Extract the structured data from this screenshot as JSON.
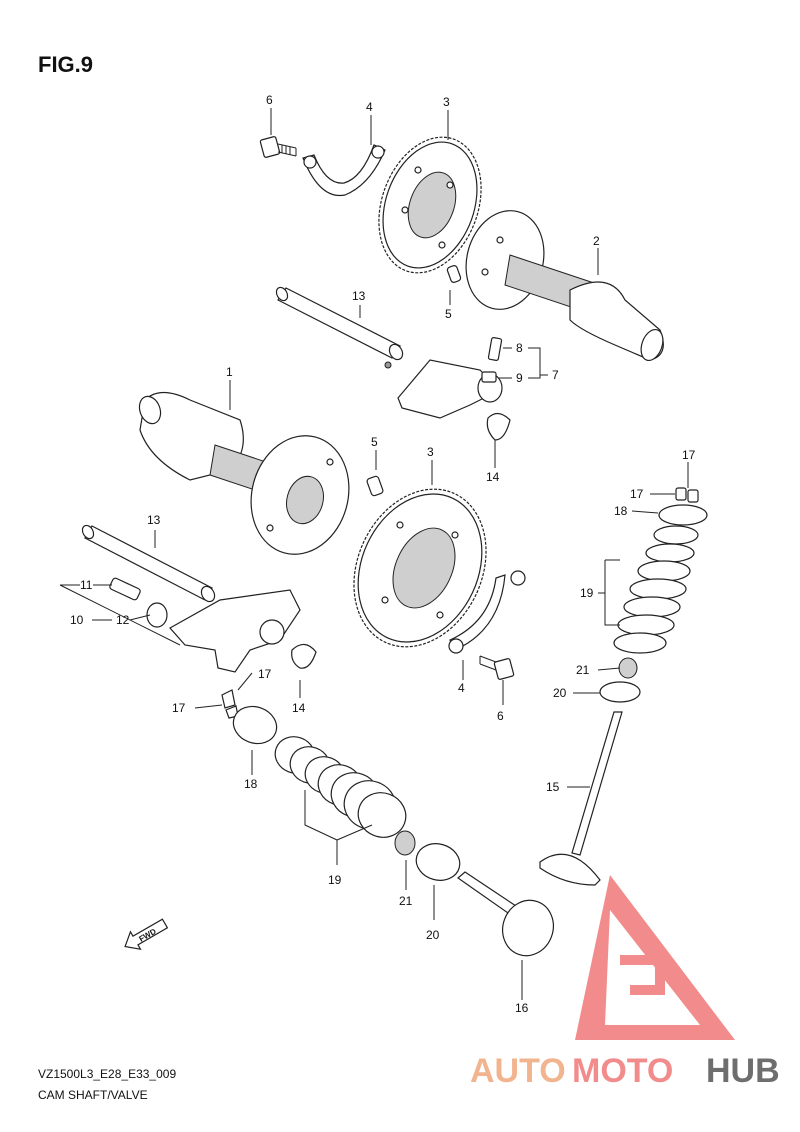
{
  "figure": {
    "title": "FIG.9",
    "model_code": "VZ1500L3_E28_E33_009",
    "caption": "CAM SHAFT/VALVE",
    "fwd_label": "FWD"
  },
  "callouts": {
    "c6a": "6",
    "c4a": "4",
    "c3a": "3",
    "c2": "2",
    "c5a": "5",
    "c13a": "13",
    "c8": "8",
    "c9": "9",
    "c7": "7",
    "c14a": "14",
    "c1": "1",
    "c5b": "5",
    "c3b": "3",
    "c17a": "17",
    "c17b": "17",
    "c18a": "18",
    "c13b": "13",
    "c11": "11",
    "c10": "10",
    "c12": "12",
    "c19a": "19",
    "c17c": "17",
    "c17d": "17",
    "c14b": "14",
    "c4b": "4",
    "c21a": "21",
    "c6b": "6",
    "c20a": "20",
    "c18b": "18",
    "c15": "15",
    "c19b": "19",
    "c21b": "21",
    "c20b": "20",
    "c16": "16"
  },
  "watermark": {
    "part1": "AUTO",
    "part2": "MOTO",
    "part3": "HUB",
    "color_primary": "#f0a77c",
    "color_secondary": "#f07878",
    "color_dark": "#555555"
  }
}
